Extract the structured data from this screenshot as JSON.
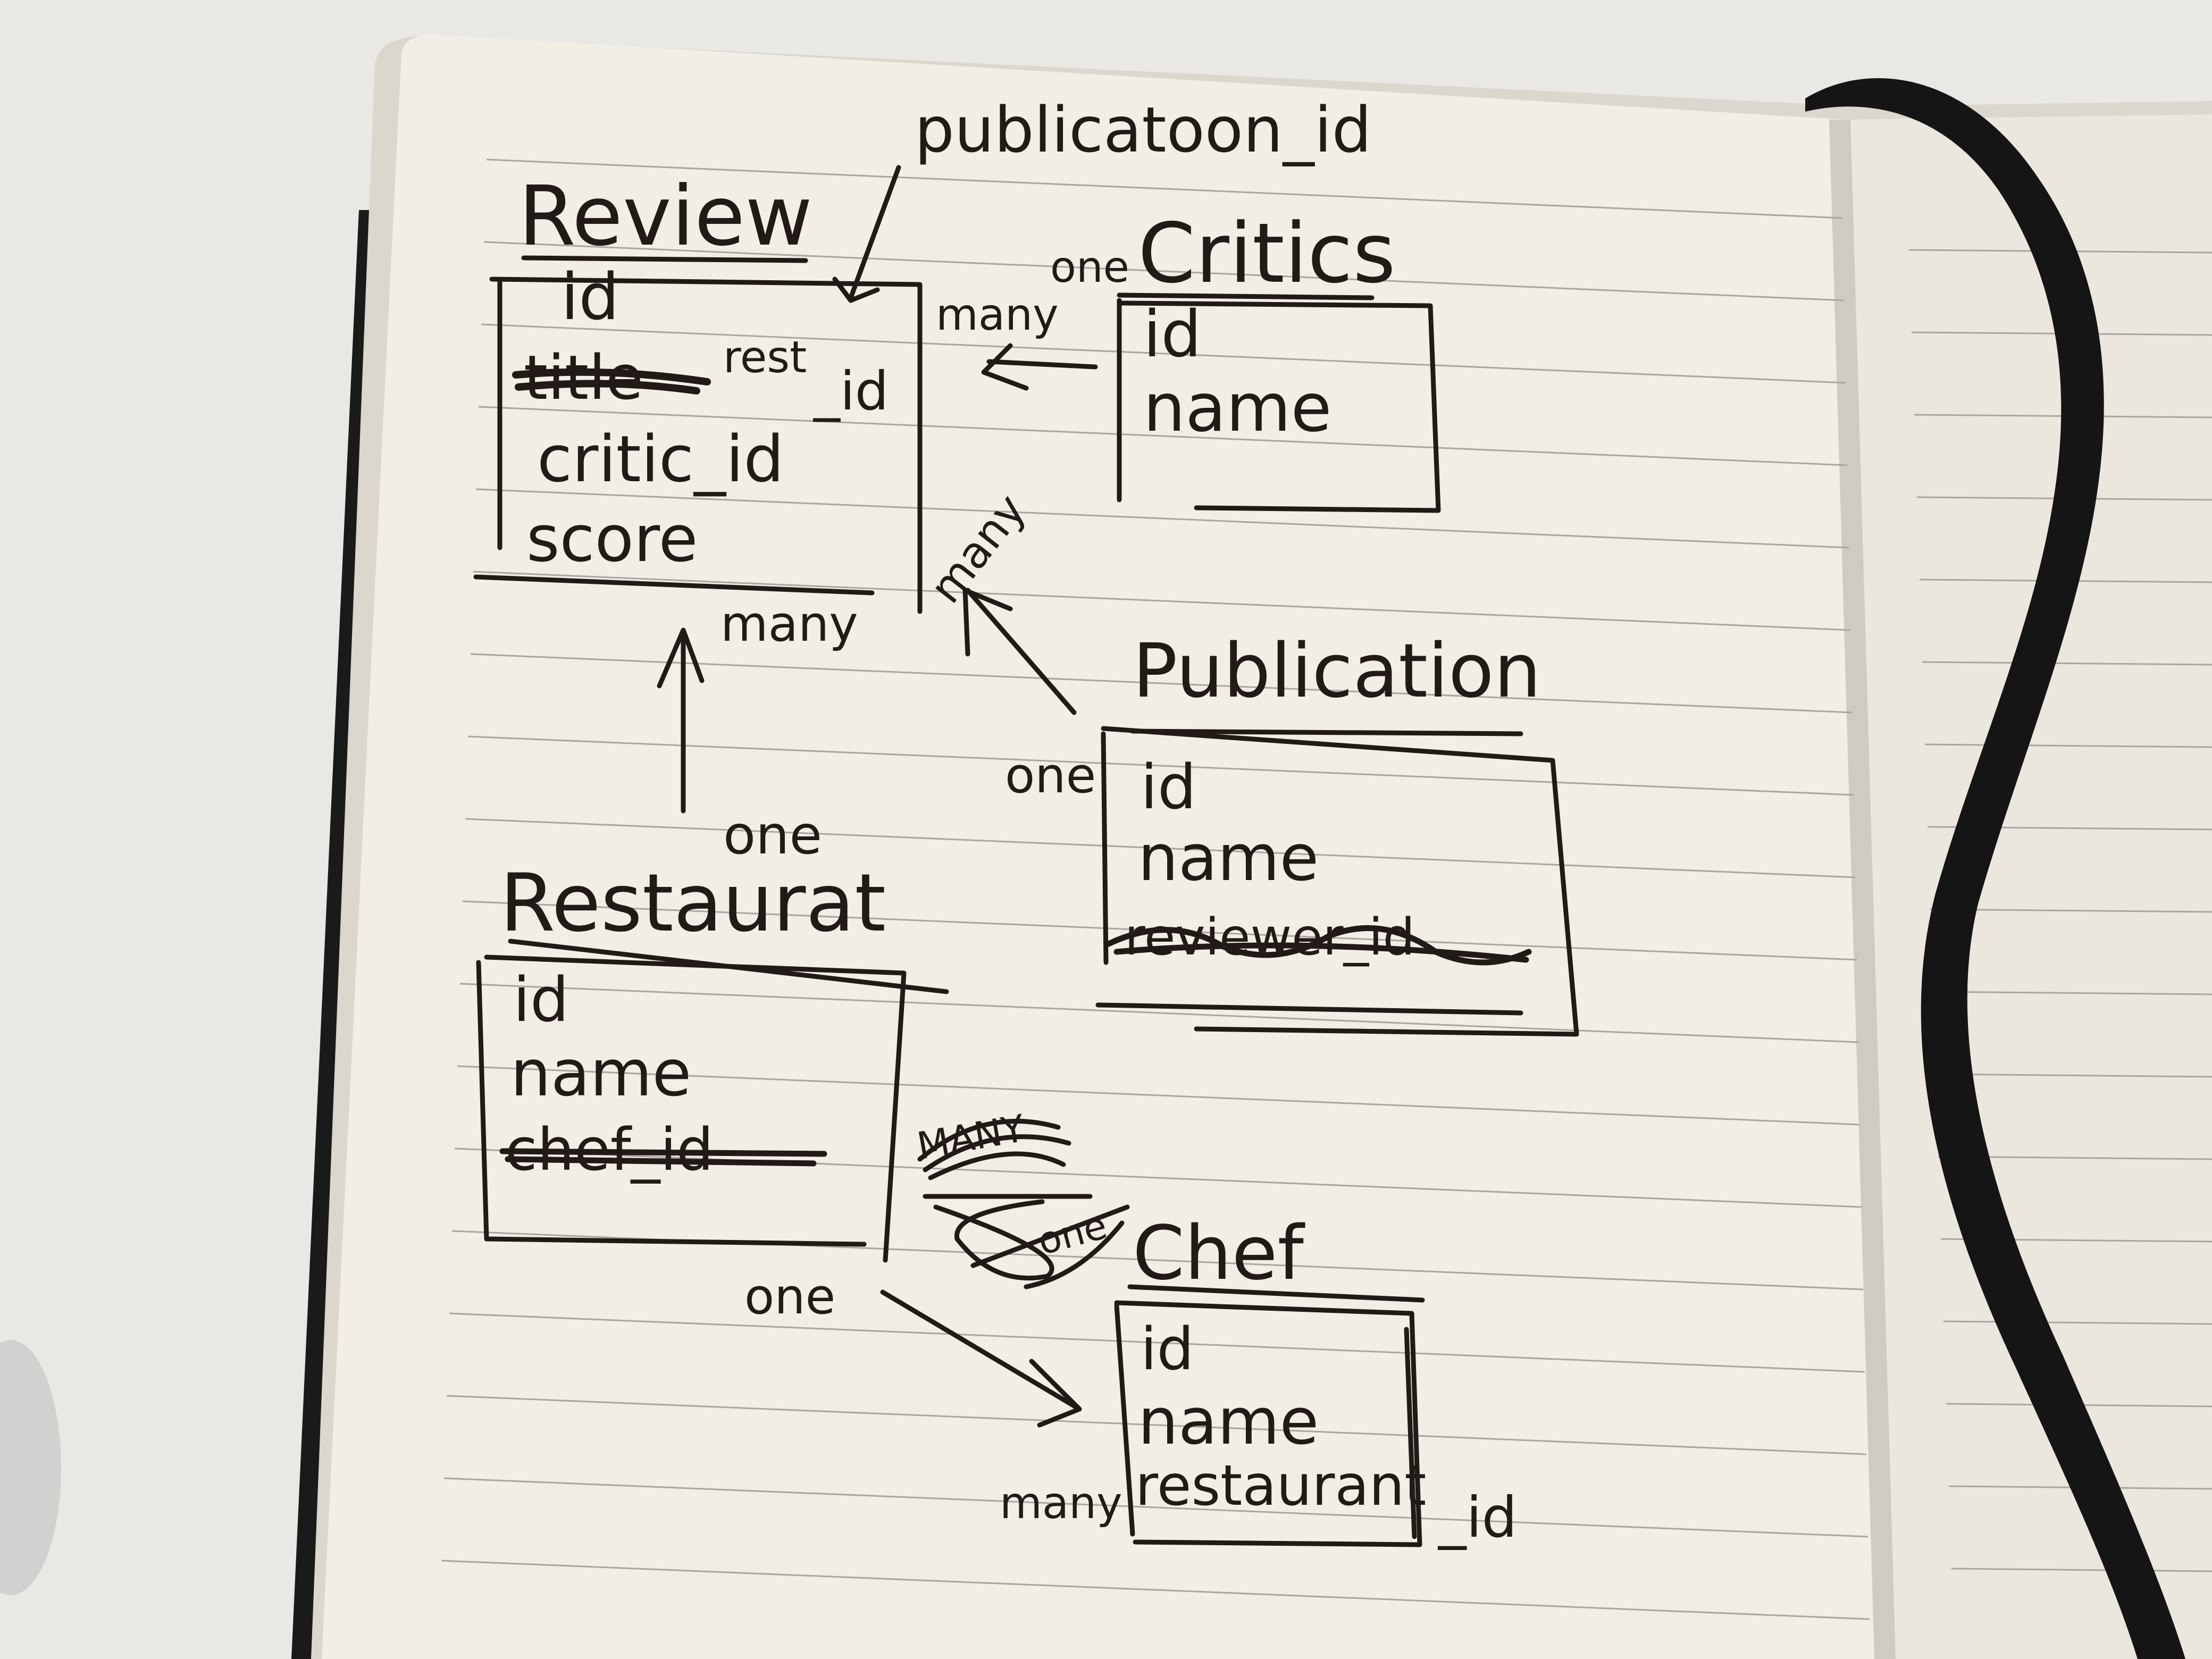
{
  "annotation_top": "publicatoon_id",
  "entities": {
    "review": {
      "title": "Review",
      "fields": [
        "id",
        "title",
        "rest",
        "_id",
        "critic_id",
        "score"
      ],
      "struck": "title"
    },
    "critics": {
      "title": "Critics",
      "fields": [
        "id",
        "name"
      ]
    },
    "publication": {
      "title": "Publication",
      "fields": [
        "id",
        "name",
        "reviewer_id"
      ],
      "struck": "reviewer_id"
    },
    "restaurant": {
      "title": "Restaurat",
      "fields": [
        "id",
        "name",
        "chef_id"
      ],
      "struck": "chef_id"
    },
    "chef": {
      "title": "Chef",
      "fields": [
        "id",
        "name",
        "restaurant",
        "_id"
      ]
    }
  },
  "relations": {
    "review_critics": {
      "left": "many",
      "right": "one"
    },
    "review_publication": {
      "near_review": "many",
      "near_publication": "one"
    },
    "review_restaurant": {
      "near_review": "many",
      "near_restaurant": "one"
    },
    "restaurant_chef_scribbled": {
      "top": "MANY",
      "bottom": "one"
    },
    "restaurant_chef": {
      "near_restaurant": "one",
      "near_chef": "many"
    }
  },
  "colors": {
    "ink": "#221a17",
    "paper": "#f1eee6",
    "rule": "#a9a6a1",
    "desk": "#e9e8e5",
    "cover": "#1a1a1a",
    "ribbon": "#151515"
  }
}
